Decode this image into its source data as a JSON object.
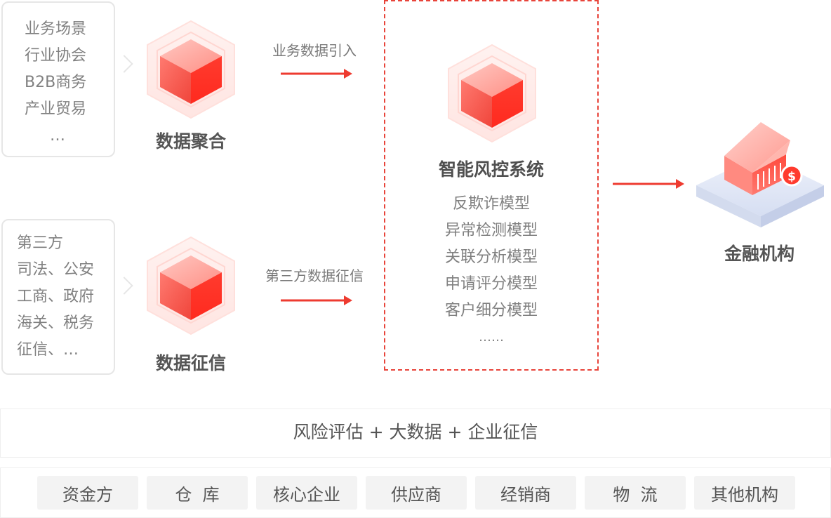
{
  "colors": {
    "accent": "#ee3b30",
    "accent_light": "#fbd4d0",
    "border": "#e6e6e6",
    "text": "#555555",
    "muted": "#808080",
    "chip_bg": "#f3f3f3"
  },
  "sources": [
    {
      "lines": [
        "业务场景",
        "行业协会",
        "B2B商务",
        "产业贸易",
        "…"
      ],
      "node_title": "数据聚合",
      "flow_label": "业务数据引入"
    },
    {
      "lines": [
        "第三方",
        "司法、公安",
        "工商、政府",
        "海关、税务",
        "征信、…"
      ],
      "node_title": "数据征信",
      "flow_label": "第三方数据征信"
    }
  ],
  "system": {
    "title": "智能风控系统",
    "models": [
      "反欺诈模型",
      "异常检测模型",
      "关联分析模型",
      "申请评分模型",
      "客户细分模型",
      "……"
    ]
  },
  "target": {
    "title": "金融机构",
    "icon": "bank-icon"
  },
  "banner": {
    "text": "风险评估 + 大数据 + 企业征信"
  },
  "participants": [
    "资金方",
    "仓  库",
    "核心企业",
    "供应商",
    "经销商",
    "物  流",
    "其他机构"
  ]
}
